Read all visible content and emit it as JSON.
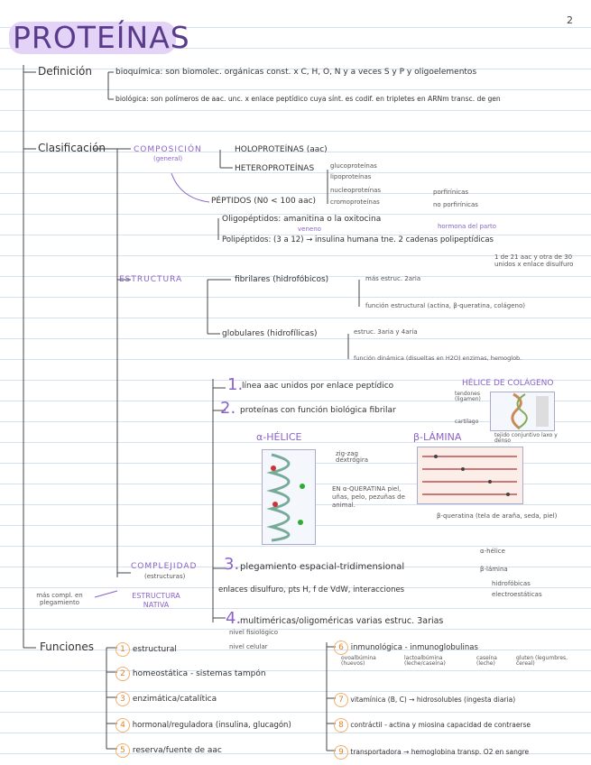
{
  "page_number": "2",
  "title": "PROTEÍNAS",
  "definicion": {
    "heading": "Definición",
    "bioquimica": "bioquímica: son biomolec. orgánicas const. x C, H, O, N y a veces S y P y oligoelementos",
    "biologica": "biológica: son polímeros de aac. unc. x enlace peptídico cuya sínt. es codif. en tripletes en ARNm transc. de gen"
  },
  "clasificacion": {
    "heading": "Clasificación",
    "composicion": "COMPOSICIÓN",
    "composicion_sub": "(general)",
    "holoproteinas": "HOLOPROTEÍNAS (aac)",
    "heteroproteinas": "HETEROPROTEÍNAS",
    "glucoproteinas": "glucoproteínas",
    "lipoproteinas": "lipoproteínas",
    "nucleoproteinas": "nucleoproteínas",
    "cromoproteinas": "cromoproteínas",
    "porfirinicas": "porfirínicas",
    "no_porfirinicas": "no porfirínicas",
    "peptidos": "PÉPTIDOS (N0 < 100 aac)",
    "oligopeptidos": "Oligopéptidos: amanitina o la oxitocina",
    "veneno": "veneno",
    "hormona": "hormona del parto",
    "polipeptidos": "Polipéptidos: (3 a 12) → insulina humana tne. 2 cadenas polipeptídicas",
    "insulina_nota": "1 de 21 aac y otra de 30 unidos x enlace disulfuro",
    "estructura": "ESTRUCTURA",
    "fibrilares": "fibrilares (hidrofóbicos)",
    "fib_1": "más estruc. 2aria",
    "fib_2": "función estructural (actina, β-queratina, colágeno)",
    "globulares": "globulares (hidrofílicas)",
    "glob_1": "estruc. 3aria y 4aria",
    "glob_2": "función dinámica (disueltas en H2O) enzimas, hemoglob."
  },
  "complejidad": {
    "heading": "COMPLEJIDAD",
    "sub": "(estructuras)",
    "nativa": "ESTRUCTURA NATIVA",
    "nativa_nota": "más compl. en plegamiento",
    "item1": "línea aac unidos por enlace peptídico",
    "item2": "proteínas con función biológica fibrilar",
    "colageno": "HÉLICE DE COLÁGENO",
    "colageno_n1": "tendones (ligamen)",
    "colageno_n2": "cartílago",
    "colageno_n3": "tejido conjuntivo laxo y denso",
    "alfa": "α-HÉLICE",
    "beta": "β-LÁMINA",
    "zigzag": "zig-zag dextrógira",
    "queratina": "EN α-QUERATINA piel, uñas, pelo, pezuñas de animal.",
    "beta_q": "β-queratina (tela de araña, seda, piel)",
    "item3": "plegamiento espacial-tridimensional",
    "item3_a": "α-hélice",
    "item3_b": "β-lámina",
    "item3_sub": "enlaces disulfuro, pts H, f de VdW, interacciones",
    "item3_c": "hidrofóbicas",
    "item3_d": "electroestáticas",
    "item4": "multiméricas/oligoméricas varias estruc. 3arias"
  },
  "funciones": {
    "heading": "Funciones",
    "f1": "estructural",
    "f1_a": "nivel fisiológico",
    "f1_b": "nivel celular",
    "f2": "homeostática - sistemas tampón",
    "f3": "enzimática/catalítica",
    "f4": "hormonal/reguladora (insulina, glucagón)",
    "f5": "reserva/fuente de aac",
    "f6": "inmunológica - inmunoglobulinas",
    "f6_a": "ovoalbúmina (huevos)",
    "f6_b": "lactoalbúmina (leche/caseína)",
    "f6_c": "caseína (leche)",
    "f6_d": "gluten (legumbres, cereal)",
    "f7": "vitamínica (B, C) → hidrosolubles (ingesta diaria)",
    "f8": "contráctil - actina y miosina capacidad de contraerse",
    "f9": "transportadora → hemoglobina transp. O2 en sangre",
    "n1": "1",
    "n2": "2",
    "n3": "3",
    "n4": "4",
    "n5": "5",
    "n6": "6",
    "n7": "7",
    "n8": "8",
    "n9": "9"
  },
  "labels": {
    "n1": "1.",
    "n2": "2.",
    "n3": "3.",
    "n4": "4."
  }
}
